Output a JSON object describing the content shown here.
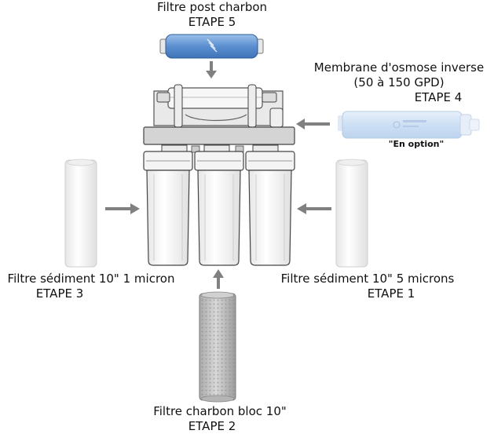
{
  "stages": {
    "etape5": {
      "name": "Filtre post charbon",
      "step": "ETAPE 5"
    },
    "etape4": {
      "name": "Membrane d'osmose inverse",
      "capacity": "(50 à 150 GPD)",
      "step": "ETAPE 4",
      "note": "\"En option\""
    },
    "etape3": {
      "name": "Filtre sédiment 10\" 1 micron",
      "step": "ETAPE 3"
    },
    "etape1": {
      "name": "Filtre sédiment 10\" 5 microns",
      "step": "ETAPE 1"
    },
    "etape2": {
      "name": "Filtre charbon bloc 10\"",
      "step": "ETAPE 2"
    }
  },
  "colors": {
    "arrow": "#808080",
    "frame": "#d9d9d9",
    "frame_stroke": "#444444",
    "housing": "#f2f2f2",
    "inline_filter": "#6e9ad3",
    "membrane": "#cfe0f5",
    "carbon_block": "#c8c8c8"
  }
}
